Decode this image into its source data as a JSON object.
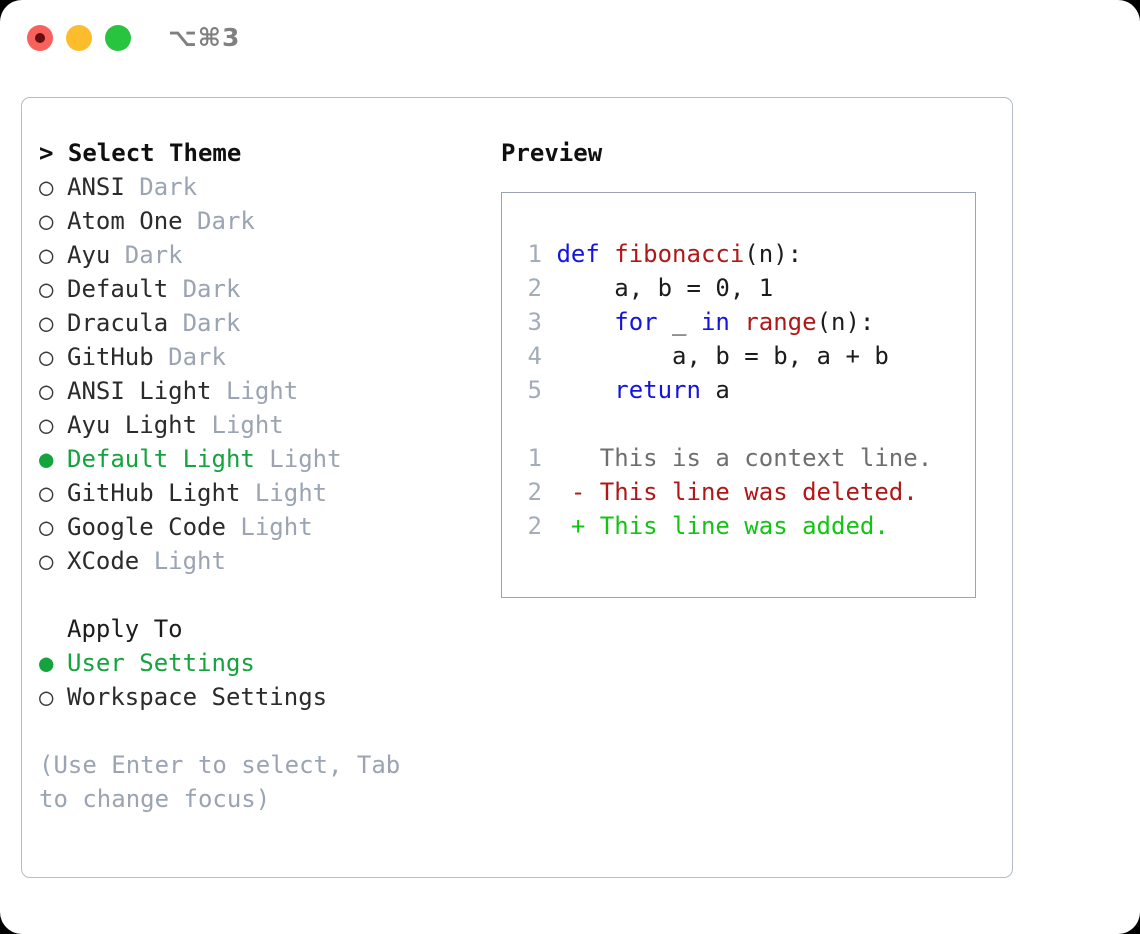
{
  "titlebar": {
    "shortcut": "⌥⌘3",
    "lights": [
      {
        "name": "close",
        "color": "#f9615c"
      },
      {
        "name": "minimize",
        "color": "#fdbc2c"
      },
      {
        "name": "maximize",
        "color": "#28c440"
      }
    ]
  },
  "colors": {
    "selected_green": "#14a33c",
    "muted": "#9aa4b2",
    "keyword_blue": "#1414e0",
    "function_red": "#b01818",
    "diff_add": "#14c414",
    "diff_del": "#b01818",
    "border": "#b3bcc8"
  },
  "theme_list": {
    "header": "> Select Theme",
    "marker_selected": "●",
    "marker_unselected": "○",
    "items": [
      {
        "name": "ANSI",
        "variant": "Dark",
        "selected": false
      },
      {
        "name": "Atom One",
        "variant": "Dark",
        "selected": false
      },
      {
        "name": "Ayu",
        "variant": "Dark",
        "selected": false
      },
      {
        "name": "Default",
        "variant": "Dark",
        "selected": false
      },
      {
        "name": "Dracula",
        "variant": "Dark",
        "selected": false
      },
      {
        "name": "GitHub",
        "variant": "Dark",
        "selected": false
      },
      {
        "name": "ANSI Light",
        "variant": "Light",
        "selected": false
      },
      {
        "name": "Ayu Light",
        "variant": "Light",
        "selected": false
      },
      {
        "name": "Default Light",
        "variant": "Light",
        "selected": true
      },
      {
        "name": "GitHub Light",
        "variant": "Light",
        "selected": false
      },
      {
        "name": "Google Code",
        "variant": "Light",
        "selected": false
      },
      {
        "name": "XCode",
        "variant": "Light",
        "selected": false
      }
    ]
  },
  "apply_to": {
    "title": "Apply To",
    "items": [
      {
        "name": "User Settings",
        "selected": true
      },
      {
        "name": "Workspace Settings",
        "selected": false
      }
    ]
  },
  "hint": "(Use Enter to select, Tab to change focus)",
  "preview": {
    "title": "Preview",
    "code_lines": [
      {
        "no": "1",
        "tokens": [
          {
            "t": "def ",
            "c": "kw"
          },
          {
            "t": "fibonacci",
            "c": "fn"
          },
          {
            "t": "(n):",
            "c": "plain"
          }
        ]
      },
      {
        "no": "2",
        "tokens": [
          {
            "t": "    a, b = 0, 1",
            "c": "plain"
          }
        ]
      },
      {
        "no": "3",
        "tokens": [
          {
            "t": "    ",
            "c": "plain"
          },
          {
            "t": "for",
            "c": "kw"
          },
          {
            "t": " _ ",
            "c": "plain"
          },
          {
            "t": "in",
            "c": "kw"
          },
          {
            "t": " ",
            "c": "plain"
          },
          {
            "t": "range",
            "c": "fn"
          },
          {
            "t": "(n):",
            "c": "plain"
          }
        ]
      },
      {
        "no": "4",
        "tokens": [
          {
            "t": "        a, b = b, a + b",
            "c": "plain"
          }
        ]
      },
      {
        "no": "5",
        "tokens": [
          {
            "t": "    ",
            "c": "plain"
          },
          {
            "t": "return",
            "c": "kw"
          },
          {
            "t": " a",
            "c": "plain"
          }
        ]
      }
    ],
    "diff_lines": [
      {
        "no": "1",
        "sign": " ",
        "text": " This is a context line.",
        "kind": "ctx"
      },
      {
        "no": "2",
        "sign": "-",
        "text": " This line was deleted.",
        "kind": "del"
      },
      {
        "no": "2",
        "sign": "+",
        "text": " This line was added.",
        "kind": "add"
      }
    ]
  }
}
